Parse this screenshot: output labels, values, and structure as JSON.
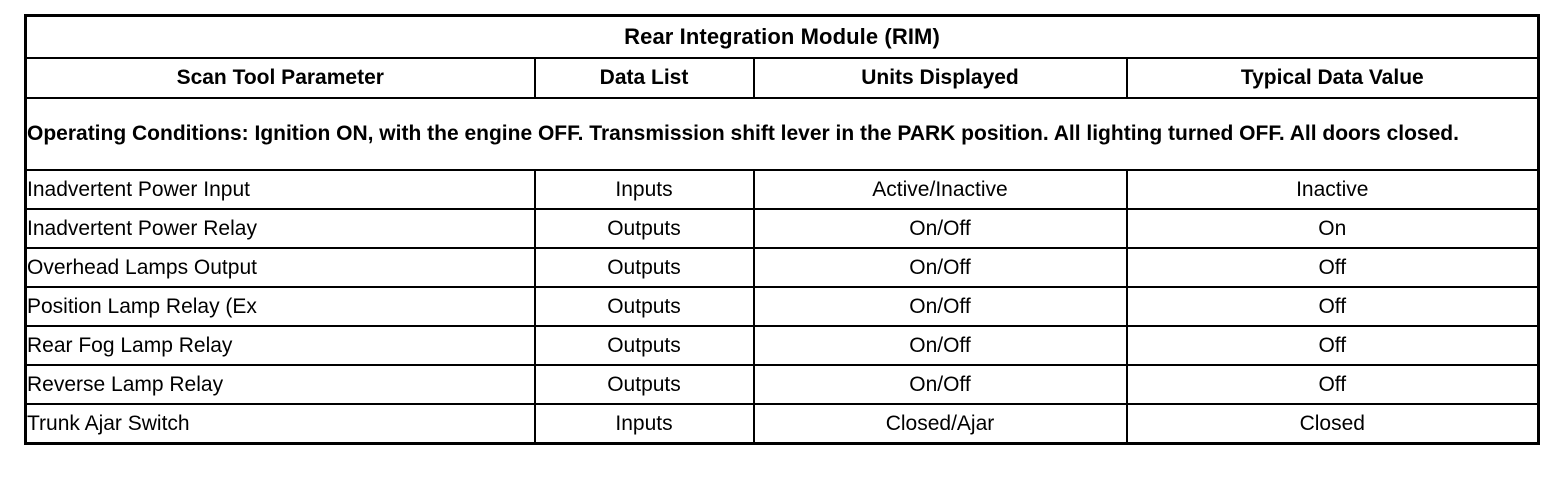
{
  "table": {
    "title": "Rear Integration Module (RIM)",
    "columns": [
      "Scan Tool Parameter",
      "Data List",
      "Units Displayed",
      "Typical Data Value"
    ],
    "operating_conditions": "Operating Conditions: Ignition ON, with the engine OFF. Transmission shift lever in the PARK position. All lighting turned OFF. All doors closed.",
    "rows": [
      {
        "parameter": "Inadvertent Power Input",
        "data_list": "Inputs",
        "units": "Active/Inactive",
        "typical_value": "Inactive"
      },
      {
        "parameter": "Inadvertent Power Relay",
        "data_list": "Outputs",
        "units": "On/Off",
        "typical_value": "On"
      },
      {
        "parameter": "Overhead Lamps Output",
        "data_list": "Outputs",
        "units": "On/Off",
        "typical_value": "Off"
      },
      {
        "parameter": "Position Lamp Relay (Ex",
        "data_list": "Outputs",
        "units": "On/Off",
        "typical_value": "Off"
      },
      {
        "parameter": "Rear Fog Lamp Relay",
        "data_list": "Outputs",
        "units": "On/Off",
        "typical_value": "Off"
      },
      {
        "parameter": "Reverse Lamp Relay",
        "data_list": "Outputs",
        "units": "On/Off",
        "typical_value": "Off"
      },
      {
        "parameter": "Trunk Ajar Switch",
        "data_list": "Inputs",
        "units": "Closed/Ajar",
        "typical_value": "Closed"
      }
    ]
  },
  "colors": {
    "border": "#000000",
    "text": "#000000",
    "background": "#ffffff"
  }
}
